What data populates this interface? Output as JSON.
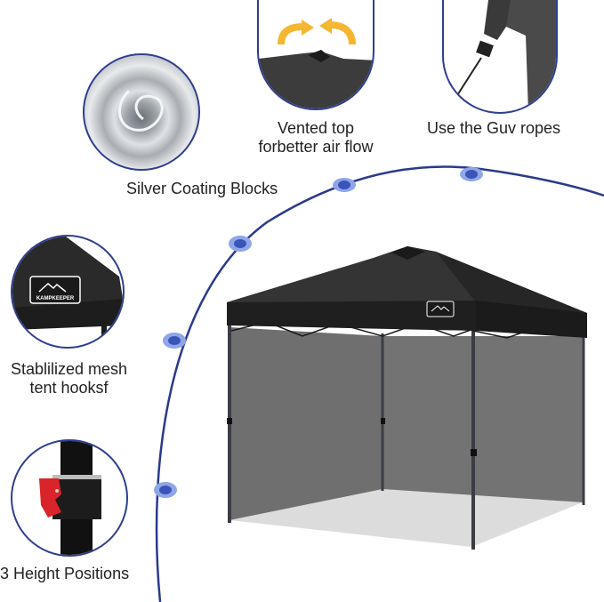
{
  "product": {
    "brand": "KAMPKEEPER",
    "canopy_color": "#2a2a2a",
    "sidewall_color": "#6e6e6e",
    "accent_color": "#2a3a8c",
    "dot_color": "#3a55b8",
    "dot_halo_color": "#8fa6e8"
  },
  "features": [
    {
      "id": "silver-coating",
      "caption_lines": [
        "Silver Coating Blocks"
      ]
    },
    {
      "id": "vented-top",
      "caption_lines": [
        "Vented top",
        "forbetter air flow"
      ]
    },
    {
      "id": "guy-ropes",
      "caption_lines": [
        "Use the Guv ropes"
      ]
    },
    {
      "id": "mesh-hooks",
      "caption_lines": [
        "Stablilized mesh",
        "tent hooksf"
      ]
    },
    {
      "id": "height-positions",
      "caption_lines": [
        "3 Height Positions"
      ]
    }
  ],
  "logo_text": "KAMPKEEPER"
}
